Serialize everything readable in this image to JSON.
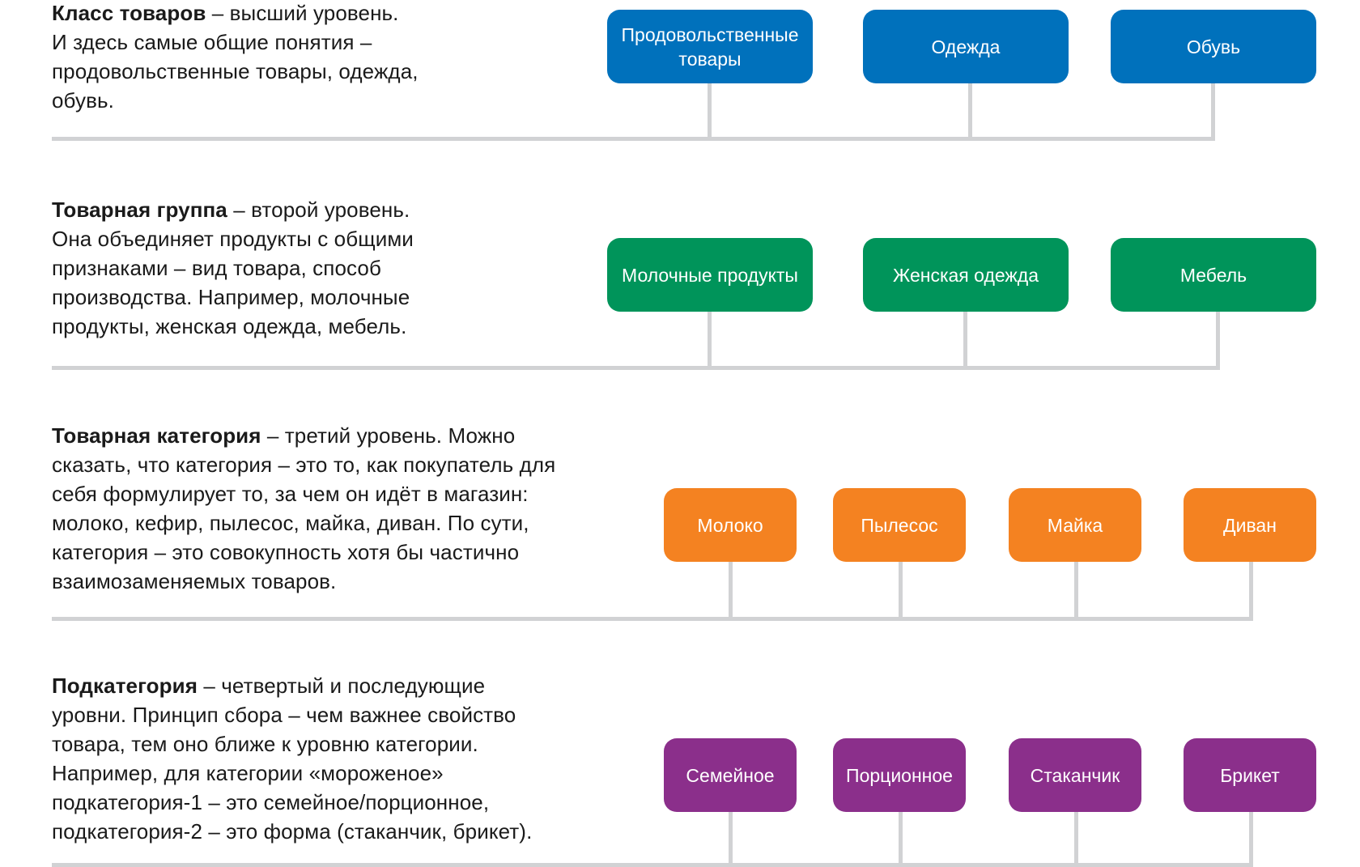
{
  "colors": {
    "level1": "#0071bc",
    "level2": "#00945a",
    "level3": "#f48221",
    "level4": "#8b2f8b",
    "connector": "#d1d2d4"
  },
  "levels": [
    {
      "term": "Класс товаров",
      "text_lines": [
        " – высший уровень.",
        "И здесь самые общие понятия –",
        "продовольственные товары, одежда,",
        "обувь."
      ],
      "nodes": [
        "Продовольственные товары",
        "Одежда",
        "Обувь"
      ]
    },
    {
      "term": "Товарная группа",
      "text_lines": [
        " – второй уровень.",
        "Она объединяет продукты с общими",
        "признаками – вид товара, способ",
        "производства. Например, молочные",
        "продукты, женская одежда, мебель."
      ],
      "nodes": [
        "Молочные продукты",
        "Женская одежда",
        "Мебель"
      ]
    },
    {
      "term": "Товарная категория",
      "text_lines": [
        " – третий уровень. Можно",
        "сказать, что категория – это то, как покупатель для",
        "себя формулирует то, за чем он идёт в магазин:",
        "молоко, кефир, пылесос, майка, диван. По сути,",
        "категория – это совокупность хотя бы частично",
        "взаимозаменяемых товаров."
      ],
      "nodes": [
        "Молоко",
        "Пылесос",
        "Майка",
        "Диван"
      ]
    },
    {
      "term": "Подкатегория",
      "text_lines": [
        " – четвертый и последующие",
        "уровни. Принцип сбора – чем важнее свойство",
        "товара, тем оно ближе к уровню категории.",
        "Например, для категории «мороженое»",
        "подкатегория-1 – это семейное/порционное,",
        "подкатегория-2 – это форма (стаканчик, брикет)."
      ],
      "nodes": [
        "Семейное",
        "Порционное",
        "Стаканчик",
        "Брикет"
      ]
    }
  ]
}
